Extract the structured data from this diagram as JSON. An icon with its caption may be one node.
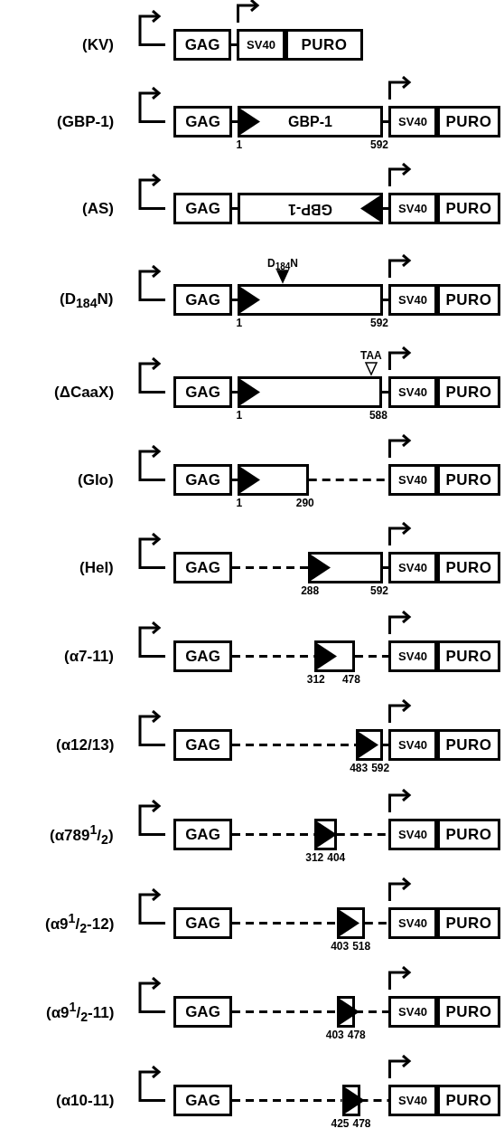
{
  "diagram": {
    "nodes": [
      {
        "text": [
          "GAG"
        ]
      },
      {
        "text": [
          "SV40"
        ]
      },
      {
        "text": [
          "PURO"
        ]
      },
      {
        "text": [
          "GAG"
        ]
      },
      {
        "text": [
          "GBP-1"
        ],
        "beside": [
          "1",
          "592"
        ]
      },
      {
        "text": [
          "SV40"
        ]
      },
      {
        "text": [
          "PURO"
        ]
      },
      {
        "text": [
          "GAG"
        ]
      },
      {
        "text": [
          "GBP-1"
        ]
      },
      {
        "text": [
          "SV40"
        ]
      },
      {
        "text": [
          "PURO"
        ]
      },
      {
        "text": [
          "GAG"
        ]
      },
      {
        "text": [],
        "shape": "box",
        "beside": [
          "1",
          "592"
        ]
      },
      {
        "text": [
          "SV40"
        ]
      },
      {
        "text": [
          "PURO"
        ]
      },
      {
        "text": [
          "GAG"
        ]
      },
      {
        "text": [],
        "shape": "box",
        "beside": [
          "1",
          "588"
        ]
      },
      {
        "text": [
          "SV40"
        ]
      },
      {
        "text": [
          "PURO"
        ]
      },
      {
        "text": [
          "GAG"
        ]
      },
      {
        "text": [],
        "shape": "box",
        "beside": [
          "1",
          "290"
        ]
      },
      {
        "text": [
          "SV40"
        ]
      },
      {
        "text": [
          "PURO"
        ]
      },
      {
        "text": [
          "GAG"
        ]
      },
      {
        "text": [],
        "shape": "box",
        "beside": [
          "288",
          "592"
        ]
      },
      {
        "text": [
          "SV40"
        ]
      },
      {
        "text": [
          "PURO"
        ]
      },
      {
        "text": [
          "GAG"
        ]
      },
      {
        "text": [],
        "shape": "box",
        "beside": [
          "312",
          "478"
        ]
      },
      {
        "text": [
          "SV40"
        ]
      },
      {
        "text": [
          "PURO"
        ]
      },
      {
        "text": [
          "GAG"
        ]
      },
      {
        "text": [],
        "shape": "box",
        "beside": [
          "483",
          "592"
        ]
      },
      {
        "text": [
          "SV40"
        ]
      },
      {
        "text": [
          "PURO"
        ]
      },
      {
        "text": [
          "GAG"
        ]
      },
      {
        "text": [],
        "shape": "box",
        "beside": [
          "312",
          "404"
        ]
      },
      {
        "text": [
          "SV40"
        ]
      },
      {
        "text": [
          "PURO"
        ]
      },
      {
        "text": [
          "GAG"
        ]
      },
      {
        "text": [],
        "shape": "box",
        "beside": [
          "403",
          "518"
        ]
      },
      {
        "text": [
          "SV40"
        ]
      },
      {
        "text": [
          "PURO"
        ]
      },
      {
        "text": [
          "GAG"
        ]
      },
      {
        "text": [],
        "shape": "box",
        "beside": [
          "403",
          "478"
        ]
      },
      {
        "text": [
          "SV40"
        ]
      },
      {
        "text": [
          "PURO"
        ]
      },
      {
        "text": [
          "GAG"
        ]
      },
      {
        "text": [],
        "shape": "box",
        "beside": [
          "425",
          "478"
        ]
      },
      {
        "text": [
          "SV40"
        ]
      },
      {
        "text": [
          "PURO"
        ]
      }
    ],
    "edges": [
      {
        "from": 0,
        "to": 1,
        "arrow": "none"
      },
      {
        "from": 3,
        "to": 4,
        "arrow": "none"
      },
      {
        "from": 4,
        "to": 5,
        "arrow": "none"
      },
      {
        "from": 7,
        "to": 8,
        "arrow": "none"
      },
      {
        "from": 8,
        "to": 9,
        "arrow": "none"
      },
      {
        "from": 11,
        "to": 12,
        "arrow": "none"
      },
      {
        "from": 12,
        "to": 13,
        "arrow": "none"
      },
      {
        "from": 15,
        "to": 16,
        "arrow": "none"
      },
      {
        "from": 16,
        "to": 17,
        "arrow": "none"
      },
      {
        "from": 19,
        "to": 20,
        "arrow": "none"
      },
      {
        "from": 20,
        "to": 21,
        "arrow": "none",
        "style": "dashed"
      },
      {
        "from": 23,
        "to": 24,
        "arrow": "none",
        "style": "dashed"
      },
      {
        "from": 24,
        "to": 25,
        "arrow": "none"
      },
      {
        "from": 27,
        "to": 28,
        "arrow": "none",
        "style": "dashed"
      },
      {
        "from": 28,
        "to": 29,
        "arrow": "none",
        "style": "dashed"
      },
      {
        "from": 31,
        "to": 32,
        "arrow": "none",
        "style": "dashed"
      },
      {
        "from": 32,
        "to": 33,
        "arrow": "none"
      },
      {
        "from": 35,
        "to": 36,
        "arrow": "none",
        "style": "dashed"
      },
      {
        "from": 36,
        "to": 37,
        "arrow": "none",
        "style": "dashed"
      },
      {
        "from": 39,
        "to": 40,
        "arrow": "none",
        "style": "dashed"
      },
      {
        "from": 40,
        "to": 41,
        "arrow": "none",
        "style": "dashed"
      },
      {
        "from": 43,
        "to": 44,
        "arrow": "none",
        "style": "dashed"
      },
      {
        "from": 44,
        "to": 45,
        "arrow": "none",
        "style": "dashed"
      },
      {
        "from": 47,
        "to": 48,
        "arrow": "none",
        "style": "dashed"
      },
      {
        "from": 48,
        "to": 49,
        "arrow": "none",
        "style": "dashed"
      }
    ],
    "labels": [
      "(KV)",
      "(GBP-1)",
      "(AS)",
      "D$_{184}$N",
      "(D$_{184}$N)",
      "TAA",
      "(ΔCaaX)",
      "(Glo)",
      "(Hel)",
      "(α7-11)",
      "(α12/13)",
      "(α789$^{1}$/$_{2}$)",
      "(α9$^{1}$/$_{2}$-12)",
      "(α9$^{1}$/$_{2}$-11)",
      "(α10-11)"
    ]
  }
}
